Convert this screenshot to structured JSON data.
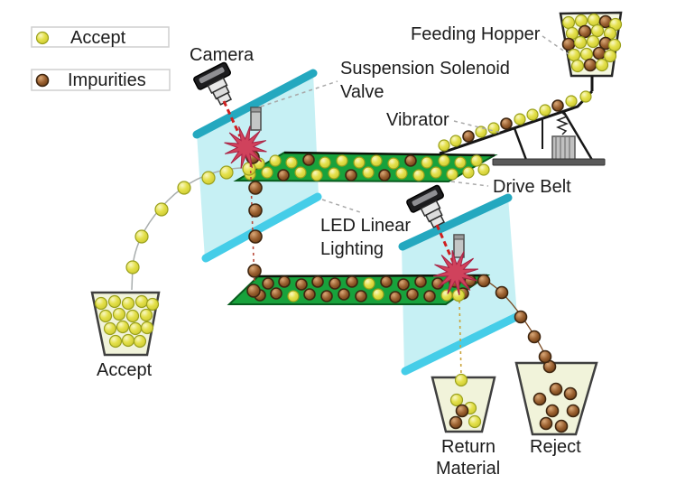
{
  "legend": {
    "accept_label": "Accept",
    "impurities_label": "Impurities"
  },
  "labels": {
    "camera": "Camera",
    "suspension_valve_line1": "Suspension Solenoid",
    "suspension_valve_line2": "Valve",
    "feeding_hopper": "Feeding Hopper",
    "vibrator": "Vibrator",
    "drive_belt": "Drive Belt",
    "led_line1": "LED Linear",
    "led_line2": "Lighting",
    "accept_bin": "Accept",
    "return_line1": "Return",
    "return_line2": "Material",
    "reject_bin": "Reject"
  },
  "colors": {
    "accept_ball": "#e4e04a",
    "impurity_ball": "#9a6030",
    "belt_green": "#18a23c",
    "panel_cyan": "#c6f0f4",
    "bar_teal": "#24a8bf",
    "led_bar_cyan": "#45cde8",
    "laser_red": "#cf1f1f",
    "burst_red": "#d0425c",
    "bin_fill": "#f1f3da",
    "text": "#1c1c1c"
  },
  "balls": {
    "legend": [
      [
        47,
        42,
        "a"
      ],
      [
        47,
        89,
        "i"
      ]
    ],
    "hopper": [
      [
        630,
        25,
        "a"
      ],
      [
        644,
        23,
        "a"
      ],
      [
        658,
        22,
        "a"
      ],
      [
        671,
        24,
        "i"
      ],
      [
        682,
        27,
        "a"
      ],
      [
        634,
        37,
        "a"
      ],
      [
        648,
        35,
        "i"
      ],
      [
        662,
        34,
        "a"
      ],
      [
        676,
        37,
        "a"
      ],
      [
        630,
        49,
        "i"
      ],
      [
        643,
        47,
        "a"
      ],
      [
        657,
        46,
        "a"
      ],
      [
        671,
        48,
        "i"
      ],
      [
        681,
        50,
        "a"
      ],
      [
        636,
        61,
        "a"
      ],
      [
        650,
        60,
        "a"
      ],
      [
        664,
        59,
        "i"
      ],
      [
        676,
        62,
        "a"
      ],
      [
        640,
        73,
        "a"
      ],
      [
        654,
        72,
        "i"
      ],
      [
        667,
        72,
        "a"
      ]
    ],
    "chute": [
      [
        649,
        107,
        "a"
      ],
      [
        633,
        112,
        "a"
      ],
      [
        618,
        117,
        "i"
      ],
      [
        604,
        122,
        "a"
      ],
      [
        590,
        127,
        "a"
      ],
      [
        576,
        132,
        "a"
      ],
      [
        561,
        137,
        "i"
      ],
      [
        547,
        142,
        "a"
      ],
      [
        533,
        146,
        "a"
      ],
      [
        519,
        151,
        "i"
      ],
      [
        505,
        156,
        "a"
      ],
      [
        492,
        161,
        "a"
      ]
    ],
    "belt1": [
      [
        287,
        181,
        "a"
      ],
      [
        305,
        178,
        "a"
      ],
      [
        323,
        180,
        "a"
      ],
      [
        342,
        177,
        "i"
      ],
      [
        360,
        180,
        "a"
      ],
      [
        379,
        178,
        "a"
      ],
      [
        398,
        180,
        "a"
      ],
      [
        417,
        178,
        "a"
      ],
      [
        436,
        181,
        "a"
      ],
      [
        455,
        178,
        "i"
      ],
      [
        473,
        180,
        "a"
      ],
      [
        492,
        178,
        "a"
      ],
      [
        510,
        180,
        "a"
      ],
      [
        528,
        178,
        "a"
      ],
      [
        277,
        193,
        "a"
      ],
      [
        296,
        191,
        "a"
      ],
      [
        314,
        194,
        "i"
      ],
      [
        333,
        191,
        "a"
      ],
      [
        351,
        194,
        "a"
      ],
      [
        370,
        192,
        "a"
      ],
      [
        389,
        194,
        "i"
      ],
      [
        408,
        191,
        "a"
      ],
      [
        426,
        194,
        "i"
      ],
      [
        445,
        192,
        "a"
      ],
      [
        464,
        194,
        "a"
      ],
      [
        483,
        191,
        "a"
      ],
      [
        501,
        193,
        "a"
      ],
      [
        519,
        191,
        "a"
      ],
      [
        536,
        188,
        "a"
      ]
    ],
    "belt2": [
      [
        297,
        314,
        "i"
      ],
      [
        315,
        312,
        "i"
      ],
      [
        334,
        315,
        "i"
      ],
      [
        352,
        312,
        "i"
      ],
      [
        371,
        314,
        "i"
      ],
      [
        390,
        312,
        "i"
      ],
      [
        409,
        314,
        "a"
      ],
      [
        428,
        312,
        "i"
      ],
      [
        447,
        315,
        "i"
      ],
      [
        466,
        312,
        "i"
      ],
      [
        485,
        314,
        "i"
      ],
      [
        504,
        312,
        "i"
      ],
      [
        521,
        311,
        "i"
      ],
      [
        288,
        327,
        "i"
      ],
      [
        306,
        325,
        "i"
      ],
      [
        325,
        328,
        "a"
      ],
      [
        343,
        326,
        "i"
      ],
      [
        362,
        328,
        "i"
      ],
      [
        381,
        326,
        "i"
      ],
      [
        400,
        328,
        "i"
      ],
      [
        419,
        326,
        "a"
      ],
      [
        438,
        329,
        "i"
      ],
      [
        457,
        326,
        "i"
      ],
      [
        476,
        328,
        "i"
      ],
      [
        495,
        327,
        "a"
      ],
      [
        513,
        325,
        "i"
      ]
    ],
    "accept_arc": [
      [
        276,
        187,
        "a"
      ],
      [
        251,
        191,
        "a"
      ],
      [
        231,
        197,
        "a"
      ],
      [
        204,
        208,
        "a"
      ],
      [
        179,
        232,
        "a"
      ],
      [
        157,
        262,
        "a"
      ],
      [
        147,
        296,
        "a"
      ]
    ],
    "impurity_column": [
      [
        280,
        174,
        "i"
      ],
      [
        283,
        208,
        "i"
      ],
      [
        283,
        233,
        "i"
      ],
      [
        283,
        262,
        "i"
      ],
      [
        282,
        300,
        "i"
      ],
      [
        281,
        322,
        "i"
      ]
    ],
    "accept_bin": [
      [
        112,
        336,
        "a"
      ],
      [
        127,
        334,
        "a"
      ],
      [
        142,
        336,
        "a"
      ],
      [
        157,
        334,
        "a"
      ],
      [
        169,
        337,
        "a"
      ],
      [
        117,
        350,
        "a"
      ],
      [
        132,
        348,
        "a"
      ],
      [
        147,
        350,
        "a"
      ],
      [
        162,
        349,
        "a"
      ],
      [
        122,
        364,
        "a"
      ],
      [
        136,
        362,
        "a"
      ],
      [
        150,
        364,
        "a"
      ],
      [
        163,
        363,
        "a"
      ],
      [
        128,
        378,
        "a"
      ],
      [
        142,
        377,
        "a"
      ],
      [
        155,
        378,
        "a"
      ]
    ],
    "return_drop": [
      [
        508,
        327,
        "a"
      ],
      [
        511,
        421,
        "a"
      ]
    ],
    "return_bin": [
      [
        506,
        443,
        "a"
      ],
      [
        521,
        452,
        "a"
      ],
      [
        526,
        467,
        "a"
      ],
      [
        512,
        455,
        "i"
      ],
      [
        505,
        468,
        "i"
      ]
    ],
    "reject_chain": [
      [
        536,
        311,
        "i"
      ],
      [
        556,
        324,
        "i"
      ],
      [
        577,
        351,
        "i"
      ],
      [
        592,
        373,
        "i"
      ],
      [
        604,
        395,
        "i"
      ]
    ],
    "reject_bin": [
      [
        609,
        406,
        "i"
      ],
      [
        616,
        431,
        "i"
      ],
      [
        632,
        436,
        "i"
      ],
      [
        598,
        442,
        "i"
      ],
      [
        612,
        455,
        "i"
      ],
      [
        635,
        455,
        "i"
      ],
      [
        605,
        469,
        "i"
      ],
      [
        622,
        472,
        "i"
      ]
    ]
  }
}
